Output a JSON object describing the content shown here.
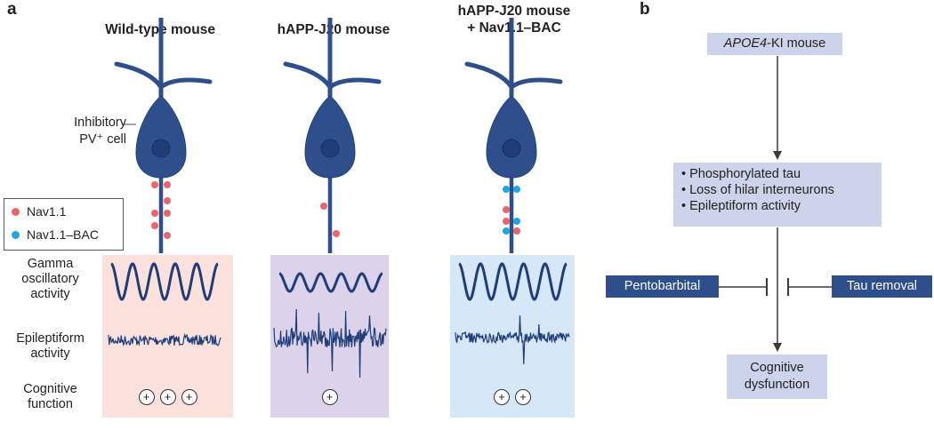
{
  "panel_a": {
    "letter": "a",
    "columns": [
      {
        "title_lines": [
          "Wild-type mouse"
        ],
        "cognitive_pluses": 3,
        "bg": "#fbe1dc",
        "dots": [
          "red",
          "red",
          "red",
          "red",
          "red",
          "red",
          "red"
        ]
      },
      {
        "title_lines": [
          "hAPP-J20 mouse"
        ],
        "cognitive_pluses": 1,
        "bg": "#dcd3ea",
        "dots": [
          "red",
          "red"
        ]
      },
      {
        "title_lines": [
          "hAPP-J20 mouse",
          "+ Nav1.1–BAC"
        ],
        "cognitive_pluses": 2,
        "bg": "#d6e7f8",
        "dots": [
          "blue",
          "blue",
          "red",
          "blue",
          "red",
          "blue",
          "red"
        ]
      }
    ],
    "cell_label_lines": [
      "Inhibitory",
      "PV⁺ cell"
    ],
    "legend": [
      {
        "label": "Nav1.1",
        "color": "#e8656a"
      },
      {
        "label": "Nav1.1–BAC",
        "color": "#1ea6dd"
      }
    ],
    "row_labels": {
      "gamma": [
        "Gamma",
        "oscillatory",
        "activity"
      ],
      "epileptiform": [
        "Epileptiform",
        "activity"
      ],
      "cognitive": [
        "Cognitive",
        "function"
      ]
    },
    "plus_symbol": "+"
  },
  "panel_b": {
    "letter": "b",
    "top_box": {
      "italic": "APOE4",
      "rest": "-KI mouse"
    },
    "middle_box": [
      "Phosphorylated tau",
      "Loss of hilar interneurons",
      "Epileptiform activity"
    ],
    "bullet": "•",
    "left_inhibitor": "Pentobarbital",
    "right_inhibitor": "Tau removal",
    "bottom_box": [
      "Cognitive",
      "dysfunction"
    ]
  },
  "colors": {
    "neuron": "#2e4f8c",
    "nucleus": "#1f3d7a",
    "wave": "#1f3d7a",
    "box_light": "#cdd3ea",
    "box_dark": "#2e4f8c",
    "arrow": "#3a3a3a"
  }
}
